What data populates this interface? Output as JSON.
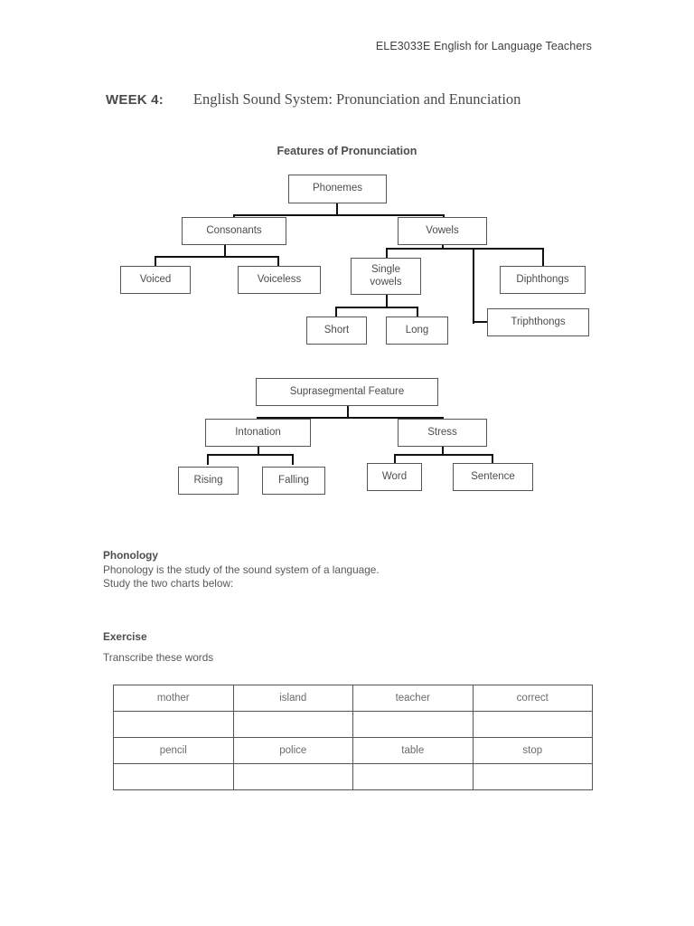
{
  "document": {
    "header": "ELE3033E English for Language Teachers",
    "week_label": "WEEK 4:",
    "week_title": "English Sound System: Pronunciation and Enunciation"
  },
  "charts": [
    {
      "caption": "Features of Pronunciation",
      "nodes": {
        "root": "Phonemes",
        "consonants": "Consonants",
        "vowels": "Vowels",
        "voiced": "Voiced",
        "voiceless": "Voiceless",
        "single_vowels": "Single vowels",
        "short": "Short",
        "long": "Long",
        "diphthongs": "Diphthongs",
        "triphthongs": "Triphthongs"
      }
    },
    {
      "caption": "",
      "nodes": {
        "root": "Suprasegmental Feature",
        "intonation": "Intonation",
        "stress": "Stress",
        "rising": "Rising",
        "falling": "Falling",
        "word": "Word",
        "sentence": "Sentence"
      }
    }
  ],
  "phonology": {
    "heading": "Phonology",
    "line1": "Phonology is the study of the sound system of a language.",
    "line2": "Study the two charts below:"
  },
  "exercise": {
    "heading": "Exercise",
    "instruction": "Transcribe these words",
    "table": {
      "rows": [
        [
          "mother",
          "island",
          "teacher",
          "correct"
        ],
        [
          "",
          "",
          "",
          ""
        ],
        [
          "pencil",
          "police",
          "table",
          "stop"
        ],
        [
          "",
          "",
          "",
          ""
        ]
      ]
    }
  },
  "colors": {
    "text": "#595959",
    "heading": "#4d4d4d",
    "box_border": "#555555",
    "connector": "#111111",
    "background": "#ffffff"
  }
}
